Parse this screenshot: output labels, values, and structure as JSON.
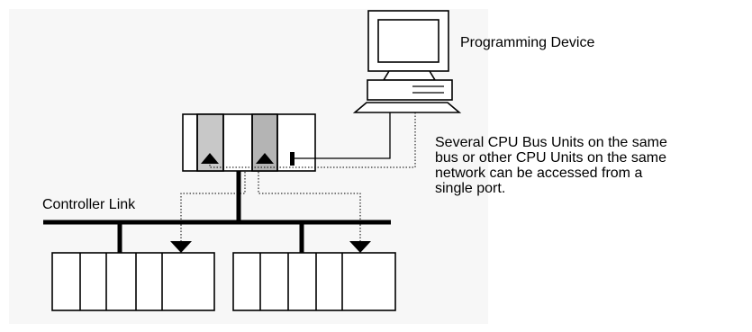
{
  "labels": {
    "programming_device": "Programming Device",
    "controller_link": "Controller Link",
    "note_lines": [
      "Several CPU Bus Units on the same",
      "bus or other CPU Units on the same",
      "network can be accessed from a",
      "single port."
    ]
  },
  "colors": {
    "line": "#000000",
    "unit_fill": "#ffffff",
    "highlight_unit": "#c8c8c8",
    "highlight_unit_dark": "#b4b4b4",
    "background_panel": "#f7f7f7"
  },
  "icons": [
    "computer-icon",
    "monitor-icon",
    "keyboard-icon",
    "arrow-up-icon",
    "arrow-down-icon",
    "port-icon"
  ]
}
